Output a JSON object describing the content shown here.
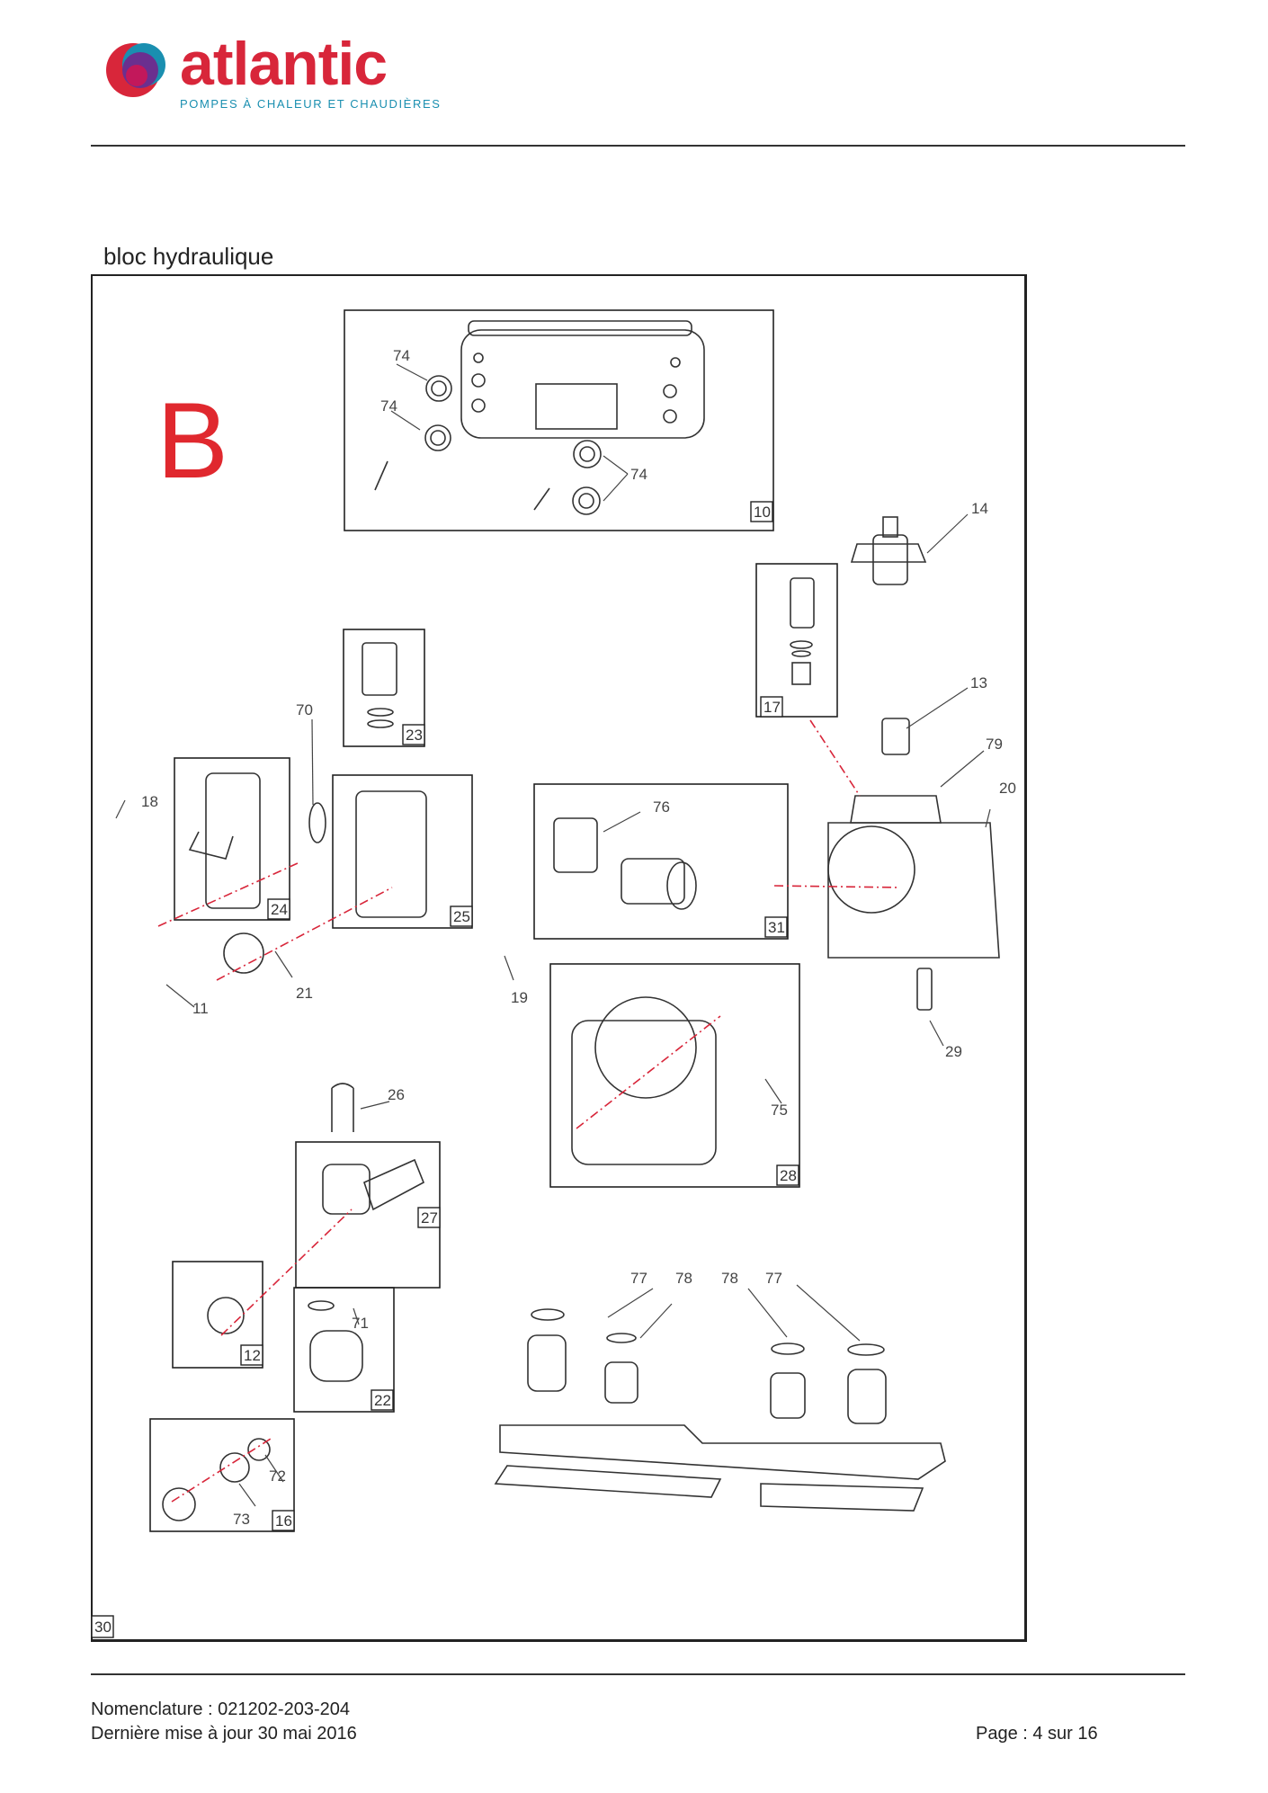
{
  "header": {
    "brand": "atlantic",
    "tagline": "POMPES À CHALEUR ET CHAUDIÈRES",
    "brand_colors": {
      "red": "#d8263a",
      "purple": "#6b2f8f",
      "blue": "#1a8fb0"
    }
  },
  "section": {
    "title": "bloc hydraulique",
    "variant_letter": "B"
  },
  "diagram": {
    "frame_number": "30",
    "box_numbers": [
      "10",
      "17",
      "23",
      "24",
      "25",
      "31",
      "28",
      "27",
      "12",
      "22",
      "16"
    ],
    "part_labels": [
      "74",
      "74",
      "74",
      "14",
      "13",
      "79",
      "20",
      "70",
      "18",
      "76",
      "11",
      "21",
      "19",
      "29",
      "26",
      "75",
      "77",
      "78",
      "78",
      "77",
      "71",
      "72",
      "73"
    ]
  },
  "footer": {
    "nomenclature": "Nomenclature : 021202-203-204",
    "updated": "Dernière mise à jour 30 mai 2016",
    "page": "Page : 4 sur 16"
  }
}
